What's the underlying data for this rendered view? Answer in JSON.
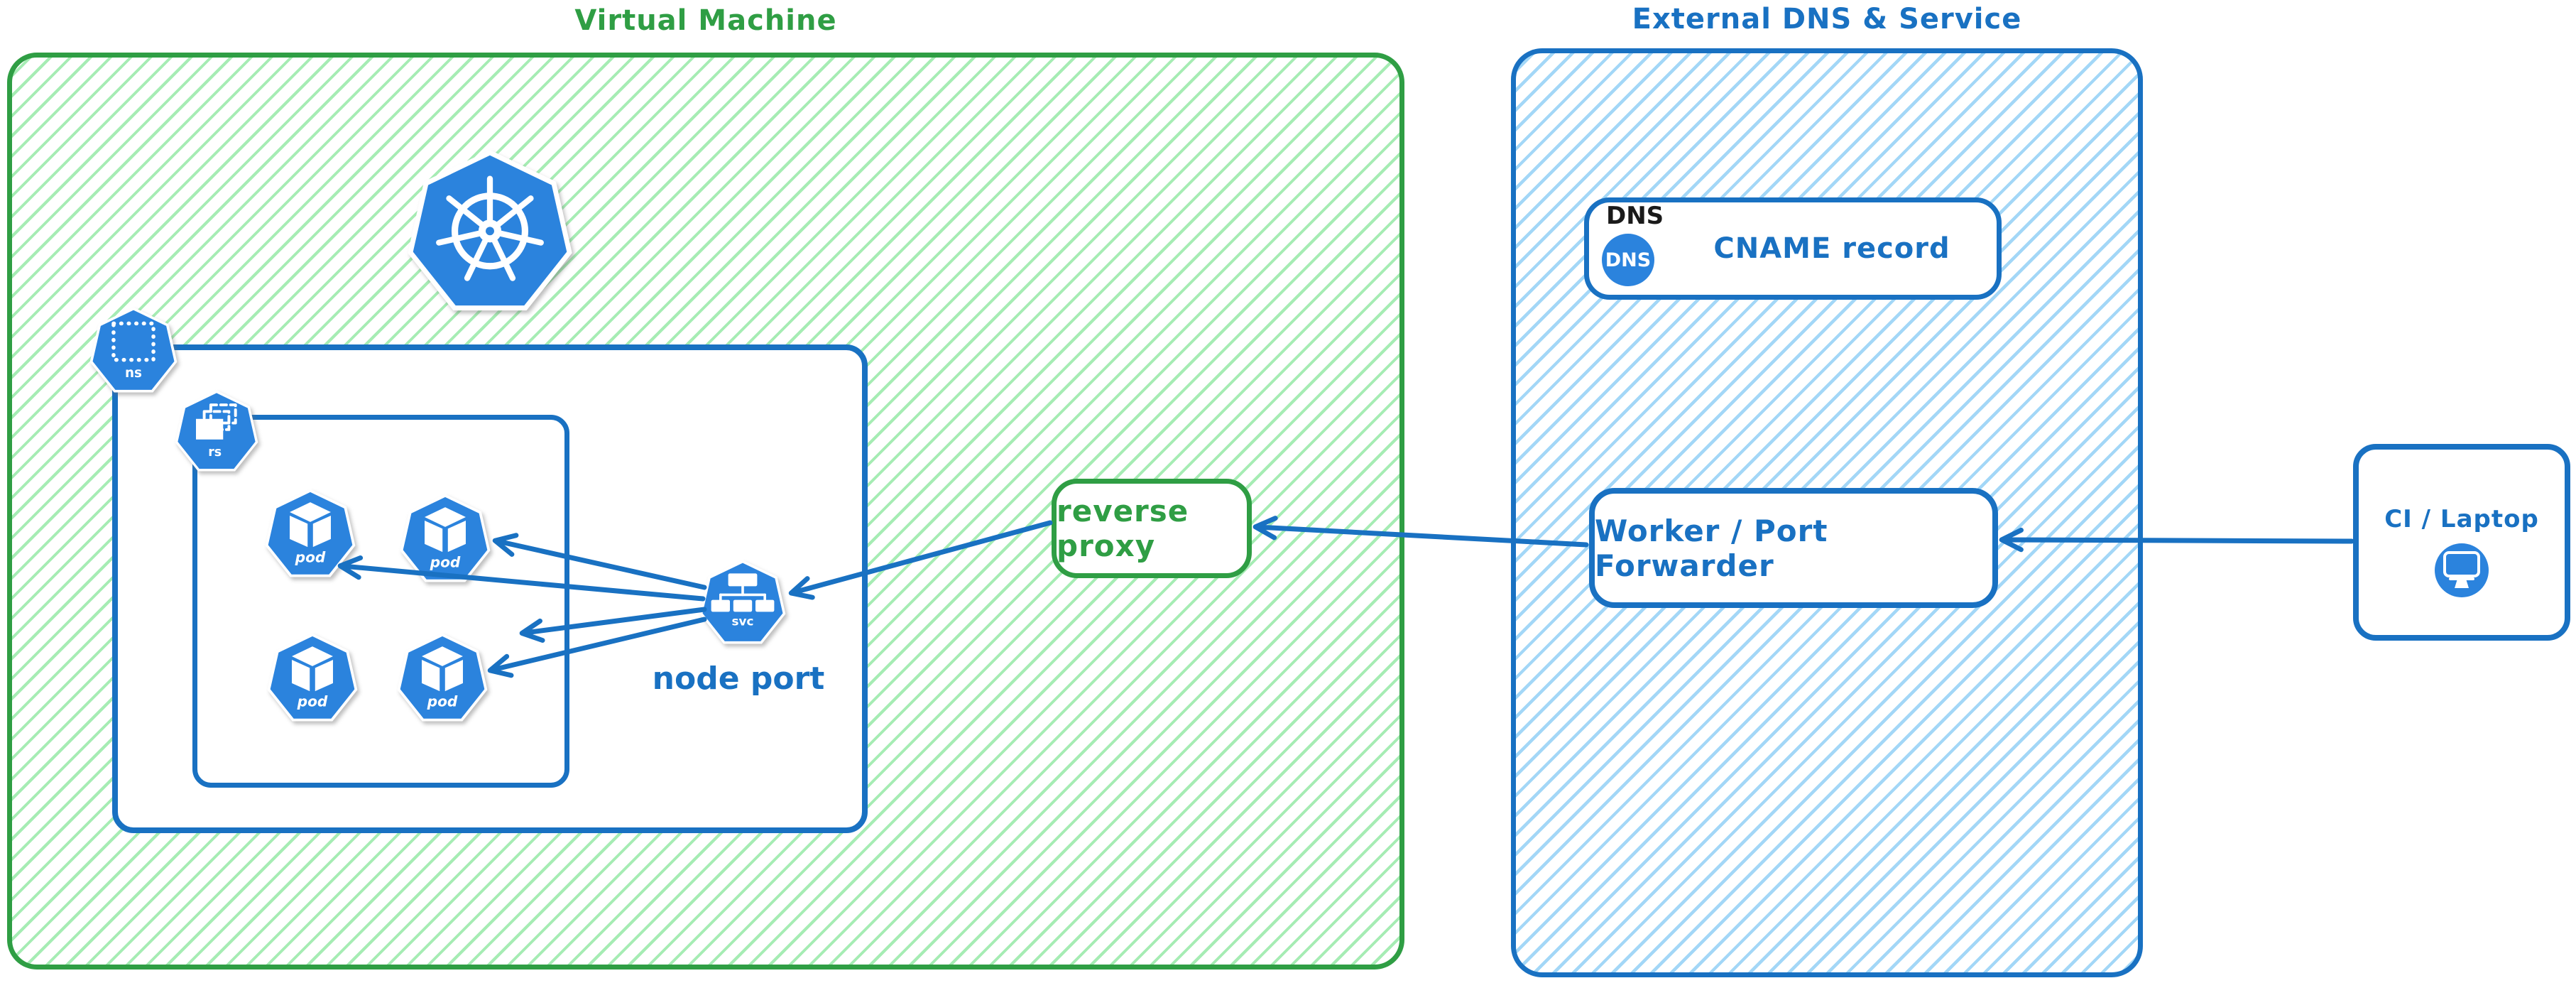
{
  "colors": {
    "green": "#2f9e44",
    "green_hatch": "#a6ecb4",
    "blue": "#1971c2",
    "blue_hatch": "#a3d7f7",
    "icon_blue": "#2b83dd",
    "text_black": "#1a1a1a",
    "canvas_bg": "#ffffff"
  },
  "vm_group": {
    "title": "Virtual Machine",
    "kubernetes_icon": "kubernetes-helm-logo",
    "namespace_icon_label": "ns",
    "replicaset_icon_label": "rs",
    "pod_labels": [
      "pod",
      "pod",
      "pod",
      "pod"
    ],
    "service_icon_label": "svc",
    "service_caption": "node port",
    "reverse_proxy_label": "reverse proxy"
  },
  "external_group": {
    "title": "External DNS & Service",
    "dns_card": {
      "tag_label": "DNS",
      "badge_label": "DNS",
      "record_label": "CNAME record"
    },
    "worker_label": "Worker / Port Forwarder"
  },
  "client_group": {
    "label": "CI / Laptop",
    "icon": "desktop-monitor"
  }
}
